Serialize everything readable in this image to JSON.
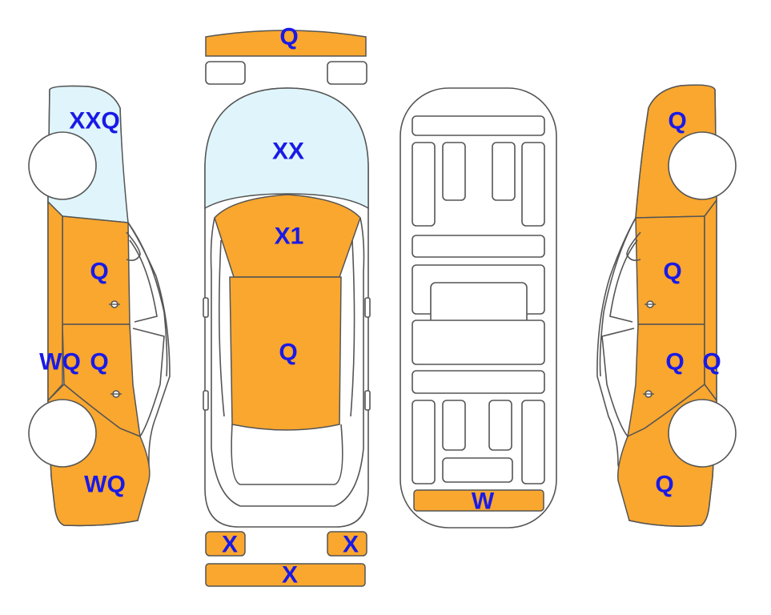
{
  "colors": {
    "damage": "#f9a72f",
    "glass": "#dff5fb",
    "outline": "#555555",
    "label": "#1a1ae6",
    "background": "#ffffff"
  },
  "labels": {
    "front_bumper": "Q",
    "hood": "X1",
    "windshield": "XX",
    "roof": "Q",
    "rear_bumper": "X",
    "rear_light_left": "X",
    "rear_light_right": "X",
    "underbody_rear": "W",
    "left_front_fender": "XXQ",
    "left_front_door": "Q",
    "left_rear_door": "Q",
    "left_sill": "WQ",
    "left_rear_quarter": "WQ",
    "right_front_fender": "Q",
    "right_front_door": "Q",
    "right_rear_door": "Q",
    "right_sill": "Q",
    "right_rear_quarter": "Q"
  }
}
